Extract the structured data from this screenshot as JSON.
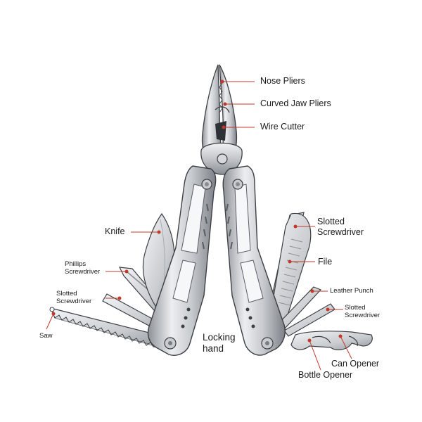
{
  "callouts": {
    "nose_pliers": "Nose Pliers",
    "curved_jaw_pliers": "Curved Jaw Pliers",
    "wire_cutter": "Wire Cutter",
    "knife": "Knife",
    "phillips_screwdriver": {
      "line1": "Phillips",
      "line2": "Screwdriver"
    },
    "slotted_screwdriver_left": {
      "line1": "Slotted",
      "line2": "Screwdriver"
    },
    "saw": "Saw",
    "locking_hand": {
      "line1": "Locking",
      "line2": "hand"
    },
    "slotted_screwdriver_right_large": {
      "line1": "Slotted",
      "line2": "Screwdriver"
    },
    "file": "File",
    "leather_punch": "Leather Punch",
    "slotted_screwdriver_right_small": {
      "line1": "Slotted",
      "line2": "Screwdriver"
    },
    "can_opener": "Can Opener",
    "bottle_opener": "Bottle Opener"
  },
  "colors": {
    "callout_line": "#c0392b",
    "steel_light": "#e9eaec",
    "steel_mid": "#b9bcc1",
    "steel_dark": "#6d7178",
    "outline": "#3c3f44"
  }
}
